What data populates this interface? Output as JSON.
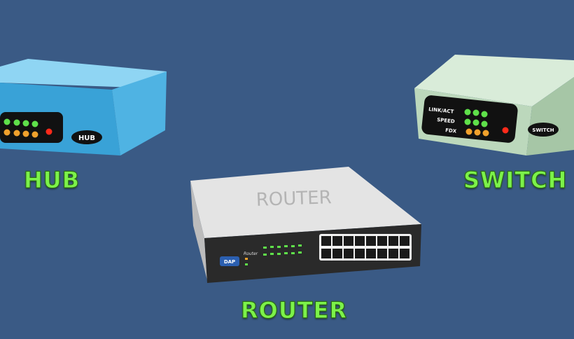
{
  "labels": {
    "hub": "HUB",
    "router": "ROUTER",
    "switch": "SWITCH"
  },
  "hub_device": {
    "badge": "HUB"
  },
  "switch_device": {
    "led_rows": [
      "LINK/ACT",
      "SPEED",
      "FDX"
    ],
    "badge": "SWITCH"
  },
  "router_device": {
    "top_text": "ROUTER",
    "brand": "DAP",
    "model": "Router"
  },
  "colors": {
    "background": "#3a5a85",
    "label_green": "#7cf24a",
    "hub_body": "#4fb3e3",
    "switch_body": "#bcd8bc",
    "router_top": "#e4e4e4",
    "router_front": "#2a2a2a",
    "led_green": "#5fe04a",
    "led_orange": "#f0a12c",
    "led_red": "#ff2a1a"
  }
}
